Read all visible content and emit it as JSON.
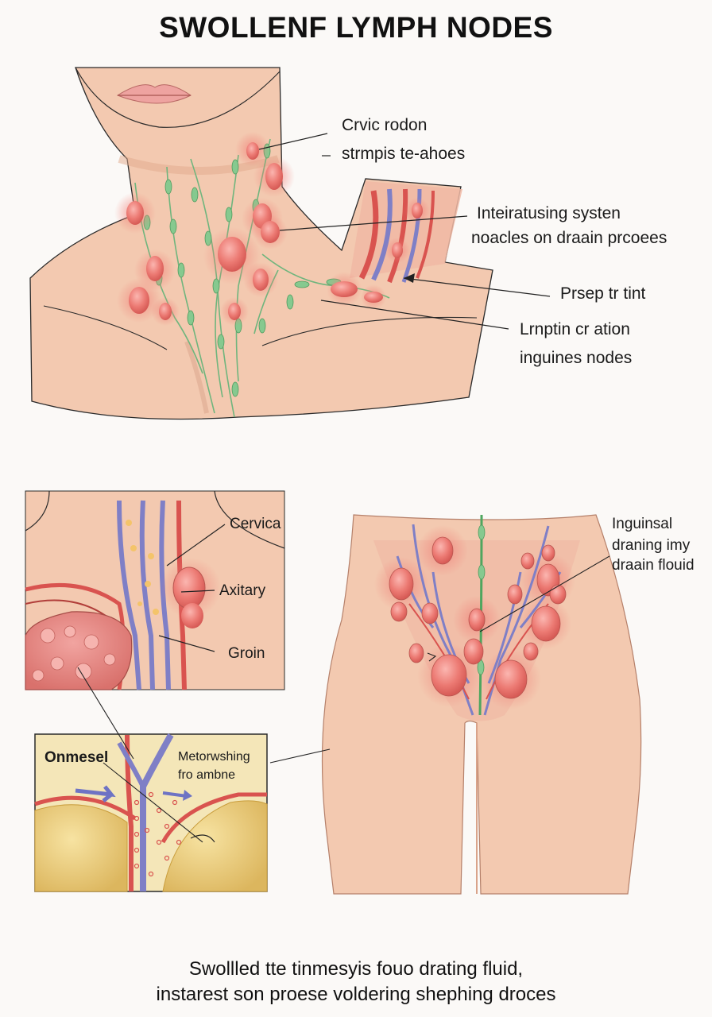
{
  "title": "SWOLLENF LYMPH NODES",
  "labels": {
    "cervic_rodon": "Crvic rodon",
    "strmpis": "strmpis te-ahoes",
    "interatusing": "Inteiratusing systen",
    "noacles_drain": "noacles on draain prcoees",
    "presp": "Prsep tr tint",
    "lrnptin": "Lrnptin cr ation",
    "inguines": "inguines nodes",
    "cervica": "Cervica",
    "axitary": "Axitary",
    "groin": "Groin",
    "inguinsal": "Inguinsal",
    "draning": "draning imy",
    "draain_flouid": "draain flouid",
    "onmesel": "Onmesel",
    "metorwshing": "Metorwshing",
    "fro_ambne": "fro ambne"
  },
  "caption": {
    "line1": "Swollled tte tinmesyis fouo drating fluid,",
    "line2": "instarest son proese voldering shephing droces"
  },
  "colors": {
    "skin": "#f3c9b0",
    "skin_shadow": "#e2a98c",
    "node": "#ef7d77",
    "node_glow": "#f6a29c",
    "vessel_green": "#7cc28a",
    "vein_purple": "#7f7fc6",
    "artery_red": "#d9534f",
    "inset_bg": "#f4e6b8"
  }
}
